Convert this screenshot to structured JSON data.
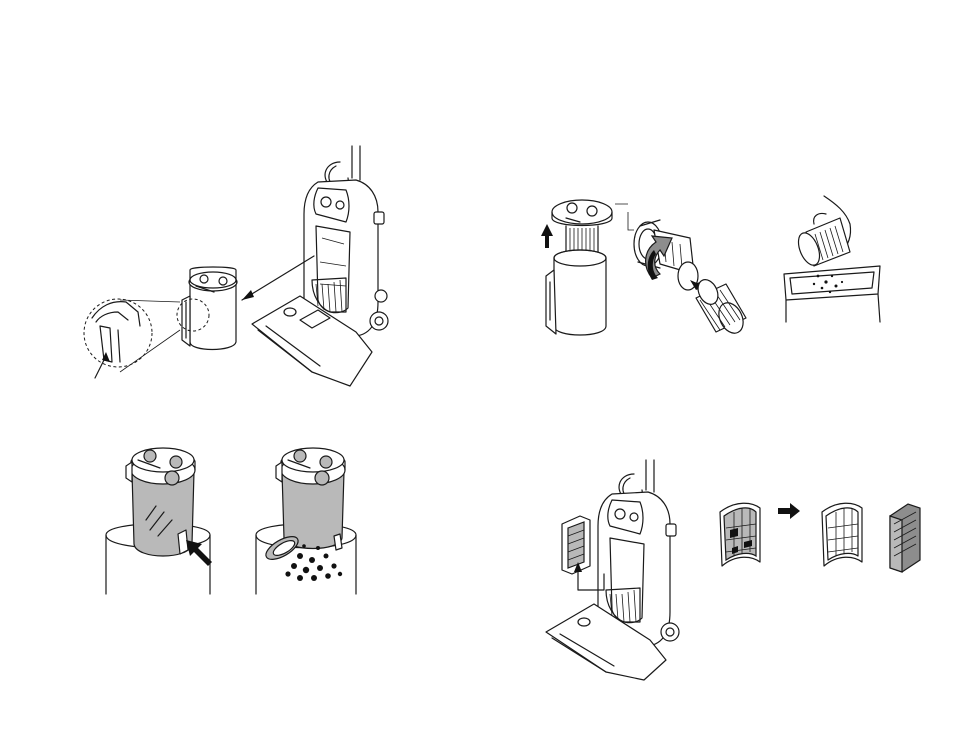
{
  "page": {
    "background": "#ffffff",
    "line_color": "#1a1a1a",
    "canister_shade": "#b9b9b9"
  },
  "panels": [
    {
      "id": "remove-dust-cup",
      "icons": [
        "upright-vacuum-icon",
        "dust-cup-icon",
        "latch-detail-icon",
        "pointer-arrow-icon"
      ]
    },
    {
      "id": "remove-cyclone-filter",
      "icons": [
        "dust-cup-icon",
        "up-arrow-icon",
        "cyclone-assembly-icon",
        "rotate-arrow-icon",
        "pleated-filter-icon"
      ]
    },
    {
      "id": "tap-filter-clean",
      "icons": [
        "hand-icon",
        "pleated-filter-icon",
        "trash-bin-icon"
      ]
    },
    {
      "id": "empty-dust-cup",
      "icons": [
        "dust-cup-icon",
        "release-button-icon",
        "trash-bin-icon",
        "dirt-particles-icon"
      ]
    },
    {
      "id": "replace-exhaust-filter",
      "icons": [
        "upright-vacuum-icon",
        "exhaust-filter-icon",
        "right-arrow-icon",
        "foam-filter-icon"
      ]
    }
  ]
}
